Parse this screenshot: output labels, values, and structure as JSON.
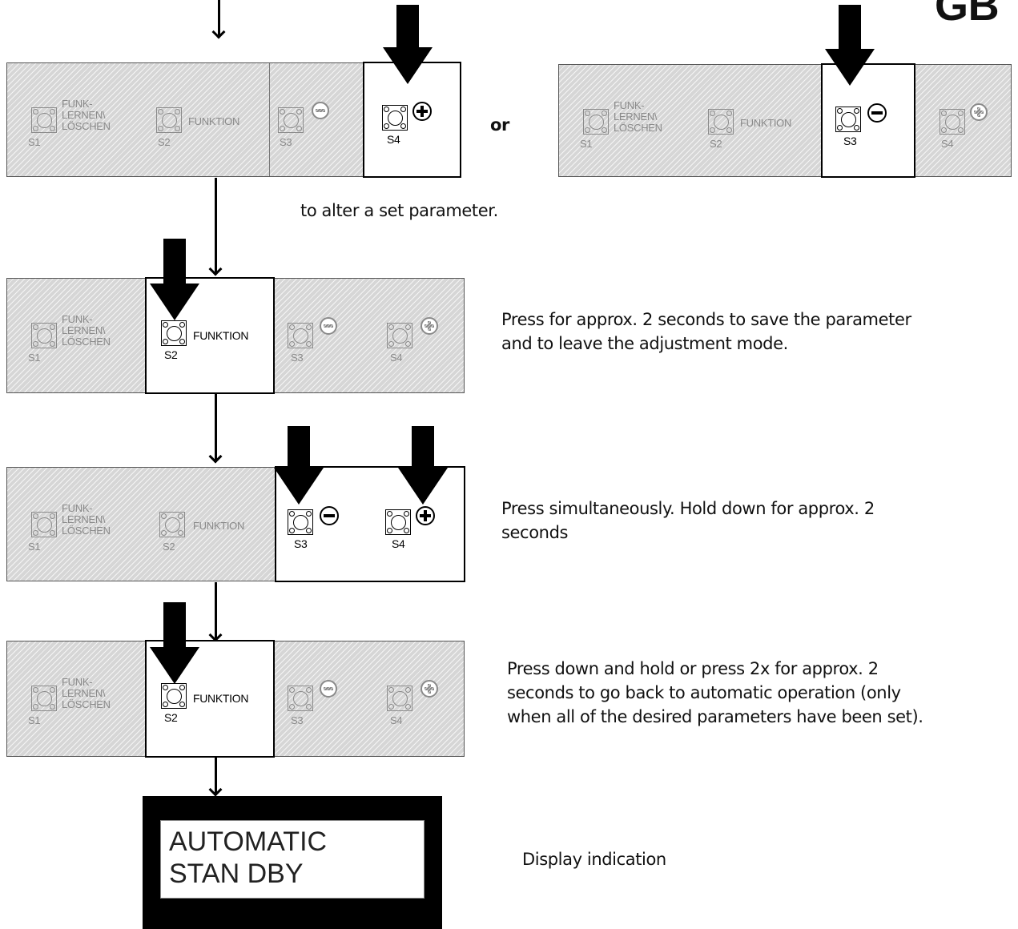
{
  "header": {
    "region_code": "GB"
  },
  "panel_labels": {
    "s1_text": "FUNK-\nLERNEN\\\nLÖSCHEN",
    "s2_text": "FUNKTION",
    "s1": "S1",
    "s2": "S2",
    "s3": "S3",
    "s4": "S4"
  },
  "steps": {
    "or_label": "or",
    "alter_text": "to alter a set parameter.",
    "save_text": "Press for approx. 2 seconds to save the parameter\nand to leave the adjustment mode.",
    "simultaneous_text": "Press simultaneously. Hold down for approx. 2\nseconds",
    "back_text": "Press down and hold or press 2x for approx. 2\nseconds to go back to automatic operation (only\nwhen all of the desired parameters have been set).",
    "display_caption": "Display indication"
  },
  "display": {
    "line1": "AUTOMATIC",
    "line2": "STAN DBY"
  },
  "colors": {
    "panel_gray": "#d6d6d6",
    "ink": "#000000",
    "muted_label": "#8a8a8a"
  }
}
